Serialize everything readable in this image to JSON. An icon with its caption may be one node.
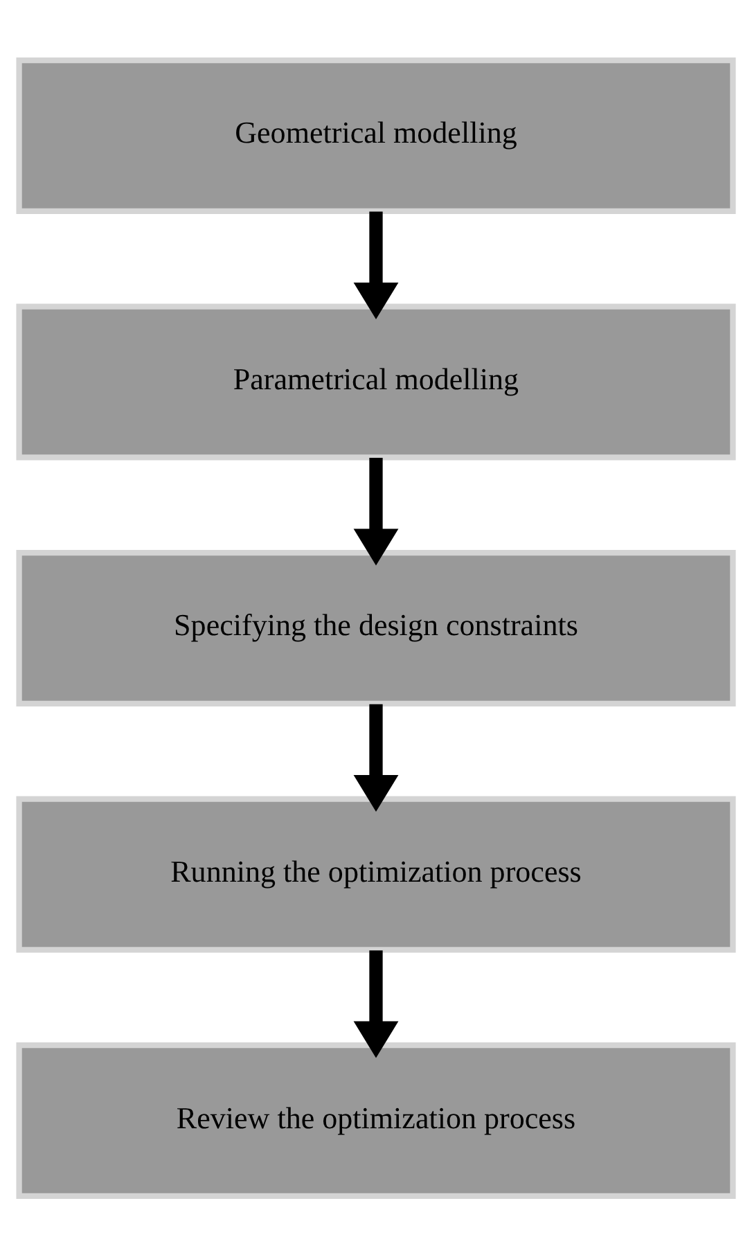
{
  "diagram": {
    "nodes": [
      {
        "text": [
          "Geometrical modelling"
        ]
      },
      {
        "text": [
          "Parametrical modelling"
        ]
      },
      {
        "text": [
          "Specifying the design constraints"
        ]
      },
      {
        "text": [
          "Running the optimization process"
        ]
      },
      {
        "text": [
          "Review the optimization process"
        ]
      }
    ],
    "edges": [
      {
        "from": 0,
        "to": 1,
        "arrow": "to"
      },
      {
        "from": 1,
        "to": 2,
        "arrow": "to"
      },
      {
        "from": 2,
        "to": 3,
        "arrow": "to"
      },
      {
        "from": 3,
        "to": 4,
        "arrow": "to"
      }
    ]
  }
}
